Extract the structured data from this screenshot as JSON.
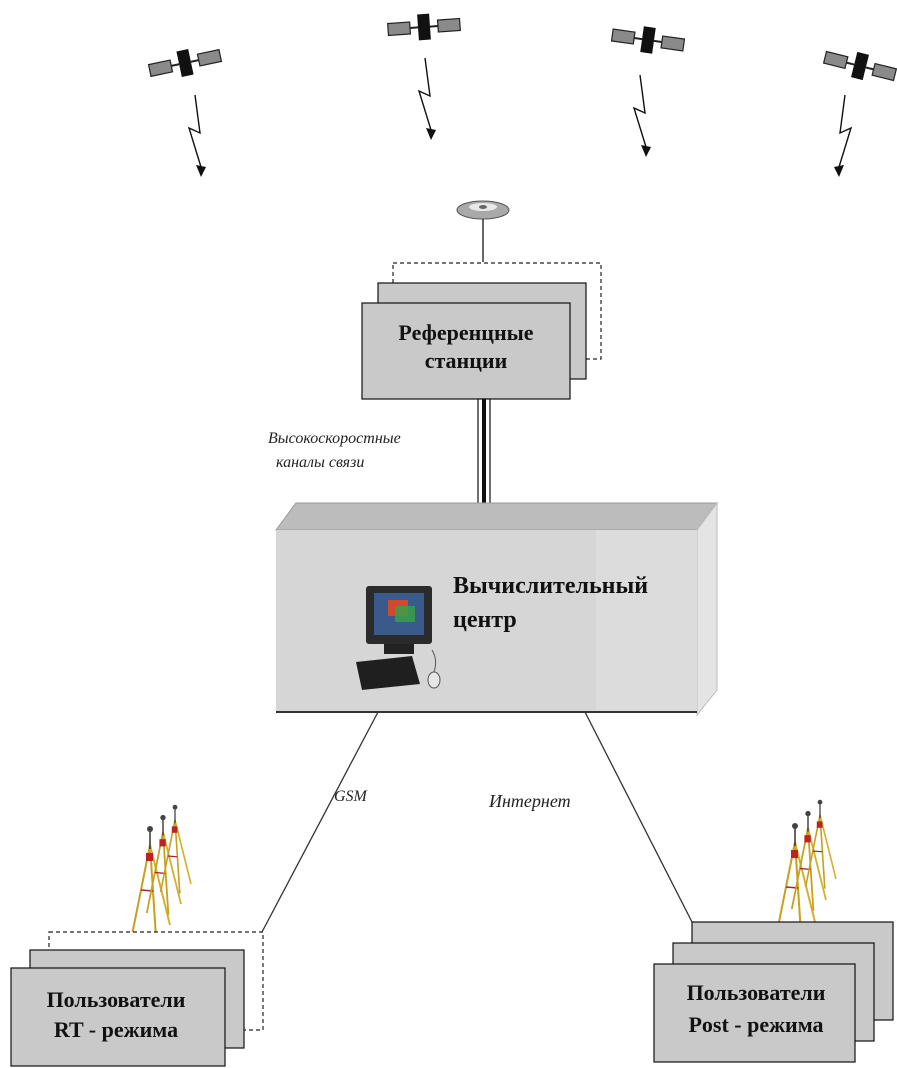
{
  "diagram": {
    "reference_stations": {
      "line1": "Референцные",
      "line2": "станции"
    },
    "high_speed_channels": {
      "line1": "Высокоскоростные",
      "line2": "каналы связи"
    },
    "computing_center": {
      "line1": "Вычислительный",
      "line2": "центр"
    },
    "links": {
      "gsm": "GSM",
      "internet": "Интернет"
    },
    "users_rt": {
      "line1": "Пользователи",
      "line2": "RT - режима"
    },
    "users_post": {
      "line1": "Пользователи",
      "line2": "Post - режима"
    }
  },
  "colors": {
    "box_fill": "#c9c9c9",
    "box_stroke": "#111111",
    "center_front": "#d6d6d6",
    "center_top": "#bcbcbc",
    "center_side": "#e4e4e4",
    "satellite_panel": "#8a8a8a",
    "satellite_body": "#111111"
  },
  "icons": [
    "satellite-icon",
    "lightning-signal-icon",
    "gnss-antenna-icon",
    "computer-icon",
    "surveyor-tripod-icon"
  ]
}
